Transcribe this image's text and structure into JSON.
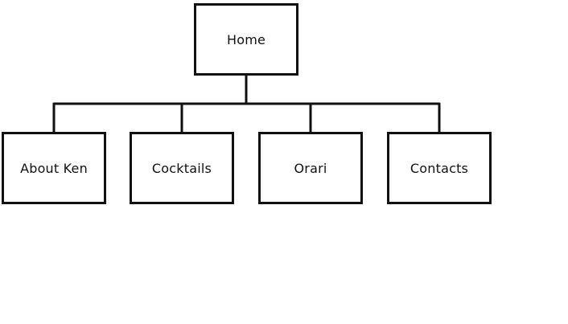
{
  "sitemap": {
    "root": {
      "label": "Home"
    },
    "children": [
      {
        "label": "About Ken"
      },
      {
        "label": "Cocktails"
      },
      {
        "label": "Orari"
      },
      {
        "label": "Contacts"
      }
    ]
  },
  "colors": {
    "stroke": "#111111",
    "background": "#ffffff"
  }
}
